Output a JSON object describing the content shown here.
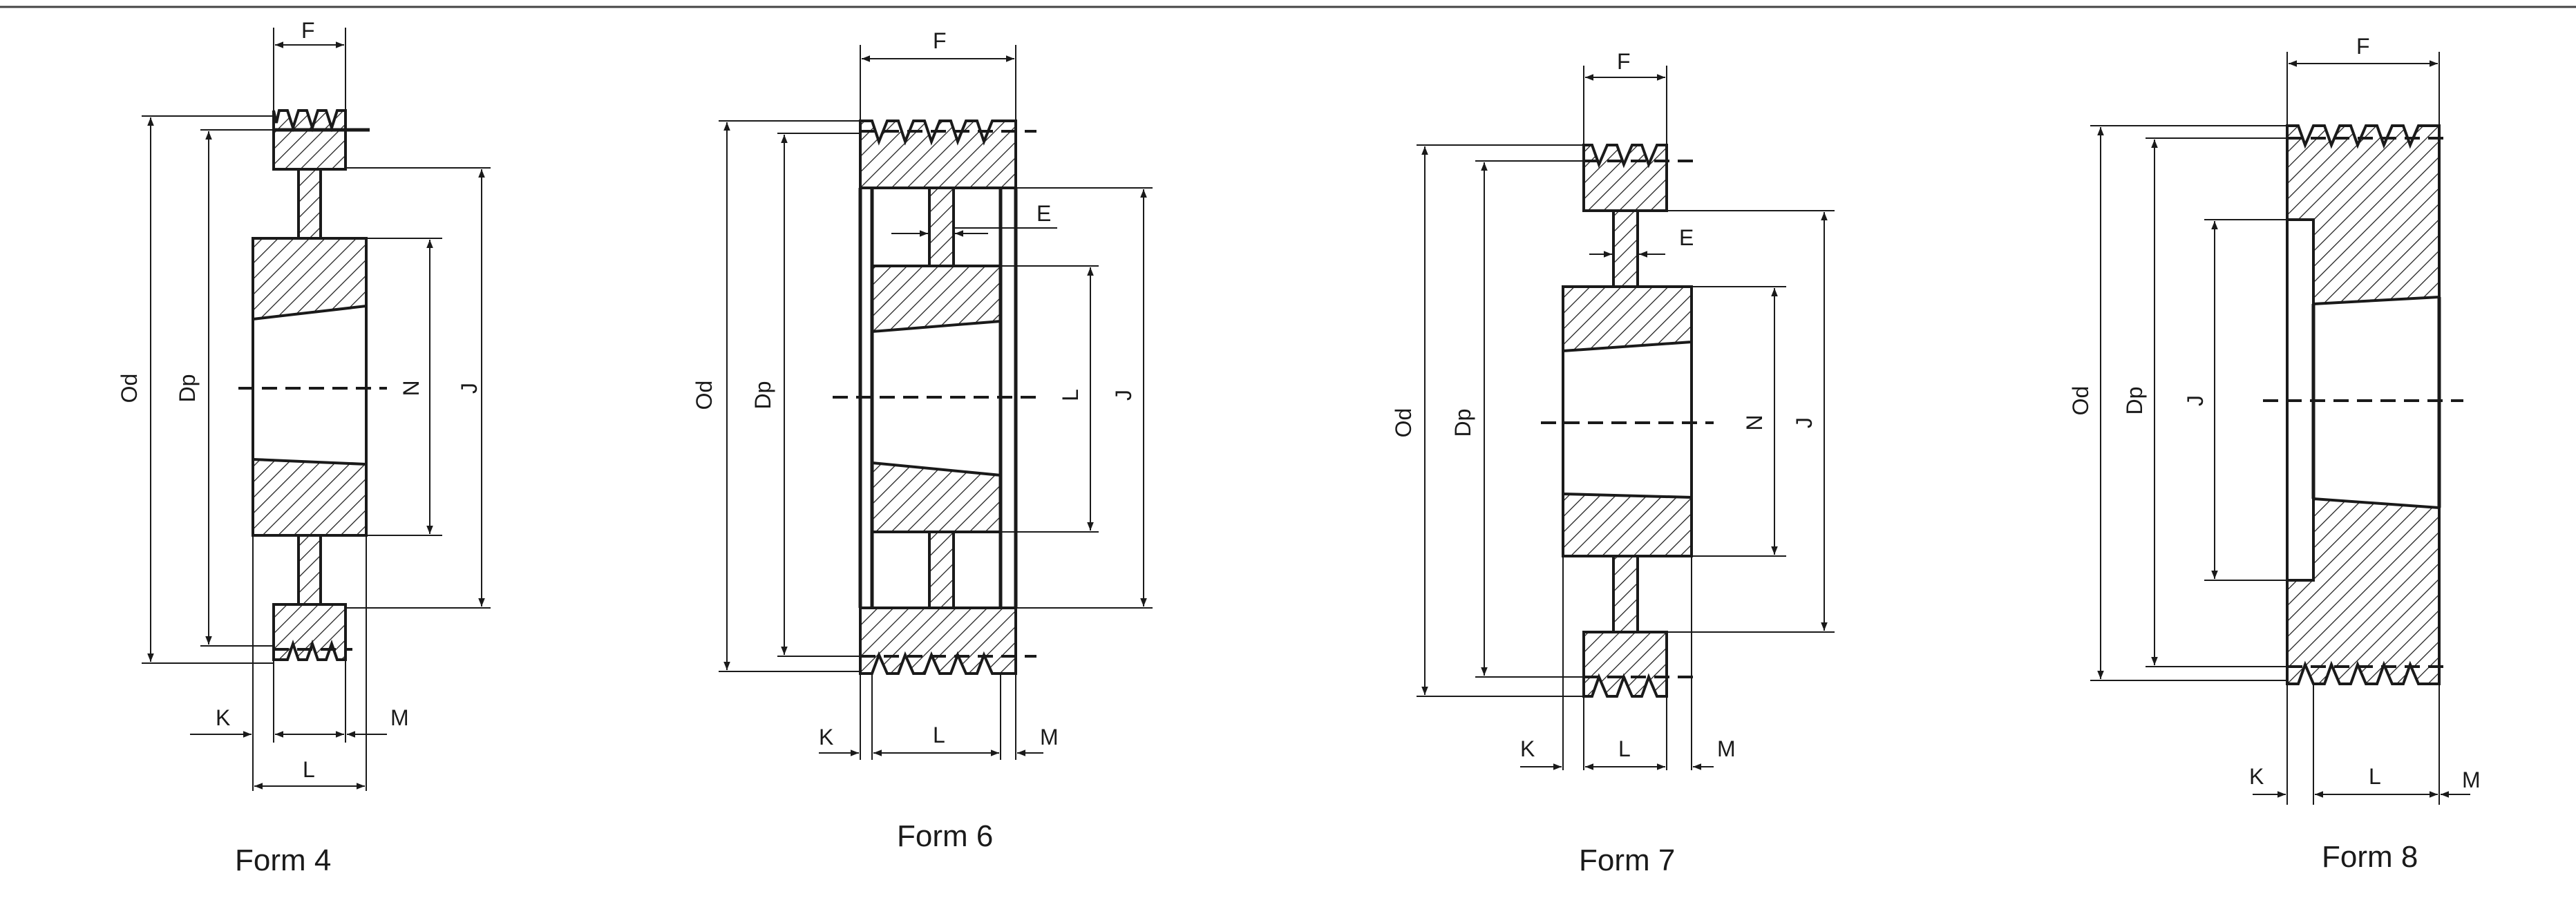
{
  "figures": [
    {
      "caption": "Form 4",
      "labels": {
        "F": "F",
        "Od": "Od",
        "Dp": "Dp",
        "N": "N",
        "J": "J",
        "K": "K",
        "L": "L",
        "M": "M"
      }
    },
    {
      "caption": "Form 6",
      "labels": {
        "F": "F",
        "E": "E",
        "Od": "Od",
        "Dp": "Dp",
        "L_bore": "L",
        "J": "J",
        "K": "K",
        "L": "L",
        "M": "M"
      }
    },
    {
      "caption": "Form 7",
      "labels": {
        "F": "F",
        "E": "E",
        "Od": "Od",
        "Dp": "Dp",
        "N": "N",
        "J": "J",
        "K": "K",
        "L": "L",
        "M": "M"
      }
    },
    {
      "caption": "Form 8",
      "labels": {
        "F": "F",
        "Od": "Od",
        "Dp": "Dp",
        "J": "J",
        "K": "K",
        "L": "L",
        "M": "M"
      }
    }
  ],
  "colors": {
    "line": "#1a1a1a",
    "background": "#ffffff",
    "hatch": "#1a1a1a"
  }
}
